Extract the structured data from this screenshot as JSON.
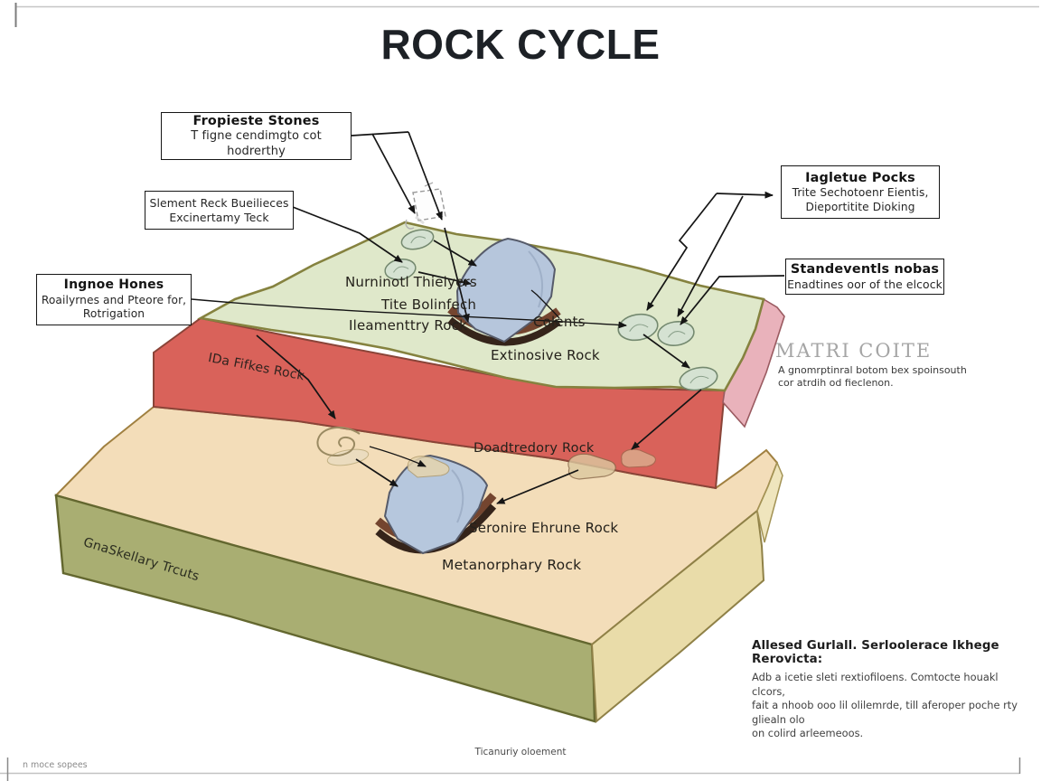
{
  "title": "ROCK CYCLE",
  "callouts": {
    "top_left": {
      "line1": "Fropieste Stones",
      "line2": "T figne cendimgto cot hodrerthy"
    },
    "mid_left": {
      "line1": "Slement Reck Bueilieces",
      "line2": "Excinertamy Teck"
    },
    "lower_left": {
      "line1": "Ingnoe Hones",
      "line2": "Roailyrnes and Pteore for,",
      "line3": "Rotrigation"
    },
    "top_right": {
      "line1": "Iagletue Pocks",
      "line2": "Trite Sechotoenr Eientis,",
      "line3": "Dieportitite Dioking"
    },
    "mid_right": {
      "line1": "Standeventls nobas",
      "line2": "Enadtines oor of the elcock"
    }
  },
  "block_labels": {
    "nurninotl": "Nurninotl Thielyers",
    "tite": "Tite Bolinfech",
    "ileamenttry": "Ileamenttry Rock",
    "colents": "Colents",
    "extinosive": "Extinosive Rock",
    "ida_fifkes": "IDa Fifkes Rock",
    "doadtredory": "Doadtredory Rock",
    "seronire": "Seronire Ehrune Rock",
    "metanorphary": "Metanorphary Rock",
    "gnaskellary": "GnaSkellary Trcuts"
  },
  "side_note": {
    "heading": "MATRI COITE",
    "line1": "A gnomrptinral botom bex spoinsouth",
    "line2": "cor atrdih od fieclenon."
  },
  "footer_note": {
    "heading": "Allesed Gurlall. Serloolerace Ikhege Rerovicta:",
    "line1": "Adb a icetie sleti rextiofiloens. Comtocte houakl clcors,",
    "line2": "fait a nhoob ooo lil olilemrde, till aferoper poche rty gliealn olo",
    "line3": "on colird arleemeoos."
  },
  "bottom_caption": "Ticanuriy oloement",
  "corner_note": "n moce sopees",
  "colors": {
    "block_top_green": "#dfe8ca",
    "lava_red": "#d9625a",
    "side_pink": "#e9b2bb",
    "lower_top_tan": "#f3ddb9",
    "lower_front_olive": "#a9ae72",
    "lower_front_pale": "#e9dca9",
    "slab_blue": "#b6c6dc",
    "layer_brown_dark": "#35241a",
    "layer_brown": "#74452f",
    "pebble_green": "#d5e2d2",
    "arrow_black": "#151515"
  }
}
